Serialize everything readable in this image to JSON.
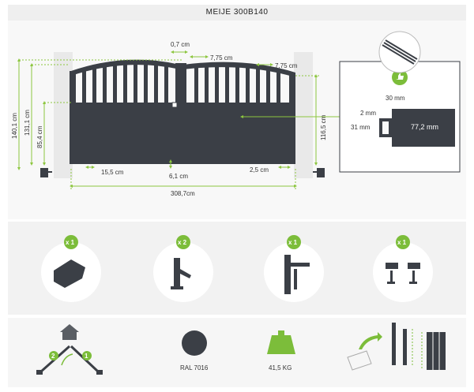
{
  "title": "MEIJE 300B140",
  "dimensions": {
    "d_0_7": "0,7 cm",
    "d_7_75_a": "7,75 cm",
    "d_7_75_b": "7,75 cm",
    "d_140_1": "140,1 cm",
    "d_131_1": "131,1 cm",
    "d_85_4": "85,4 cm",
    "d_116_5": "116,5 cm",
    "d_15_5": "15,5 cm",
    "d_6_1": "6,1 cm",
    "d_2_5": "2,5 cm",
    "d_308_7": "308,7cm"
  },
  "profile": {
    "width": "30 mm",
    "gap": "2 mm",
    "height": "31 mm",
    "length": "77,2 mm"
  },
  "accessories": [
    {
      "qty": "x 1",
      "icon": "hinge-bracket-icon"
    },
    {
      "qty": "x 2",
      "icon": "wall-hinge-icon"
    },
    {
      "qty": "x 1",
      "icon": "lock-handle-icon"
    },
    {
      "qty": "x 1",
      "icon": "gate-stops-icon"
    }
  ],
  "info": {
    "opening_1": "1",
    "opening_2": "2",
    "color_label": "RAL 7016",
    "weight_label": "41,5 KG"
  },
  "colors": {
    "gate": "#3b3f46",
    "accent_green": "#7cbd3a",
    "dimension_green": "#8dc63f",
    "panel_bg": "#f8f8f8"
  }
}
